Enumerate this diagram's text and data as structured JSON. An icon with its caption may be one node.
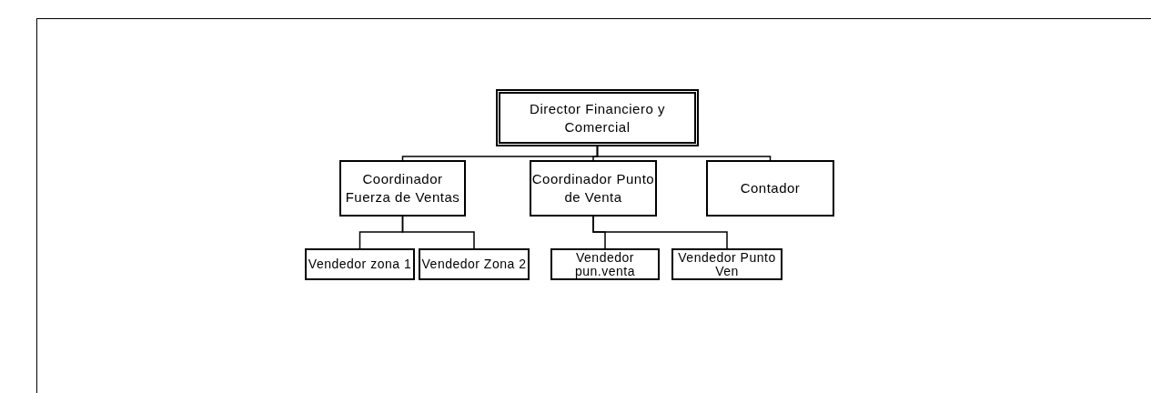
{
  "diagram": {
    "nodes": [
      {
        "text": [
          "Director Financiero y Comercial"
        ]
      },
      {
        "text": [
          "Coordinador Fuerza de Ventas"
        ]
      },
      {
        "text": [
          "Coordinador Punto de Venta"
        ]
      },
      {
        "text": [
          "Contador"
        ]
      },
      {
        "text": [
          "Vendedor zona 1"
        ]
      },
      {
        "text": [
          "Vendedor Zona 2"
        ]
      },
      {
        "text": [
          "Vendedor pun.venta"
        ]
      },
      {
        "text": [
          "Vendedor Punto Ven"
        ]
      }
    ],
    "edges": [
      {
        "from": 0,
        "to": 1,
        "arrow": "none"
      },
      {
        "from": 0,
        "to": 2,
        "arrow": "none"
      },
      {
        "from": 0,
        "to": 3,
        "arrow": "none"
      },
      {
        "from": 1,
        "to": 4,
        "arrow": "none"
      },
      {
        "from": 1,
        "to": 5,
        "arrow": "none"
      },
      {
        "from": 2,
        "to": 6,
        "arrow": "none"
      },
      {
        "from": 2,
        "to": 7,
        "arrow": "none"
      }
    ]
  }
}
